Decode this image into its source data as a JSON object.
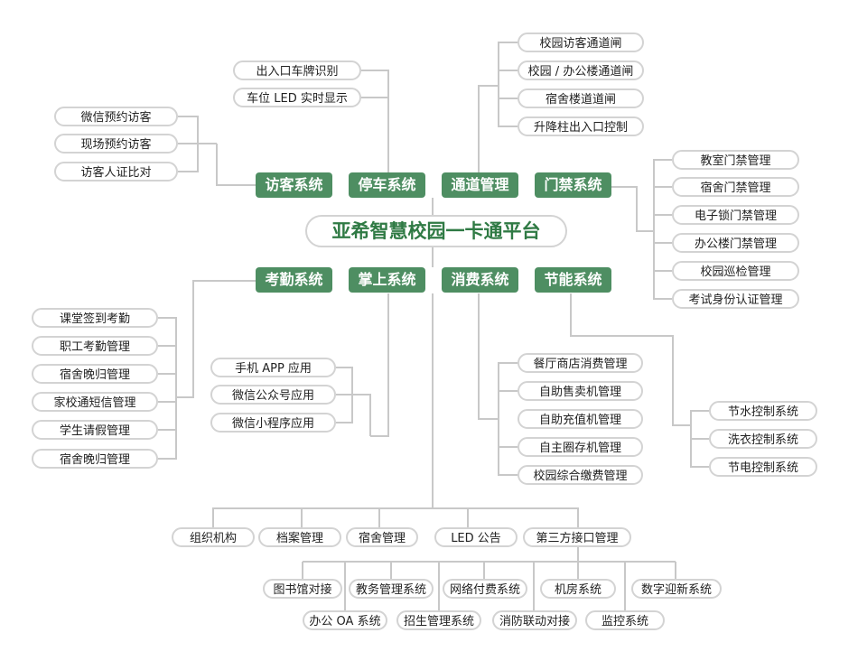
{
  "title": "亚希智慧校园一卡通平台",
  "hubs": {
    "visitor": "访客系统",
    "parking": "停车系统",
    "passage": "通道管理",
    "access": "门禁系统",
    "attendance": "考勤系统",
    "mobile": "掌上系统",
    "consumption": "消费系统",
    "energy": "节能系统"
  },
  "parking_items": [
    "出入口车牌识别",
    "车位 LED 实时显示"
  ],
  "passage_items": [
    "校园访客通道闸",
    "校园 / 办公楼通道闸",
    "宿舍楼道道闸",
    "升降柱出入口控制"
  ],
  "visitor_items": [
    "微信预约访客",
    "现场预约访客",
    "访客人证比对"
  ],
  "access_items": [
    "教室门禁管理",
    "宿舍门禁管理",
    "电子锁门禁管理",
    "办公楼门禁管理",
    "校园巡检管理",
    "考试身份认证管理"
  ],
  "attendance_items": [
    "课堂签到考勤",
    "职工考勤管理",
    "宿舍晚归管理",
    "家校通短信管理",
    "学生请假管理",
    "宿舍晚归管理"
  ],
  "mobile_items": [
    "手机 APP 应用",
    "微信公众号应用",
    "微信小程序应用"
  ],
  "consumption_items": [
    "餐厅商店消费管理",
    "自助售卖机管理",
    "自助充值机管理",
    "自主圈存机管理",
    "校园综合缴费管理"
  ],
  "energy_items": [
    "节水控制系统",
    "洗衣控制系统",
    "节电控制系统"
  ],
  "bottom_items": [
    "组织机构",
    "档案管理",
    "宿舍管理",
    "LED 公告",
    "第三方接口管理"
  ],
  "third_party_row1": [
    "图书馆对接",
    "教务管理系统",
    "网络付费系统",
    "机房系统",
    "数字迎新系统"
  ],
  "third_party_row2": [
    "办公 OA 系统",
    "招生管理系统",
    "消防联动对接",
    "监控系统"
  ]
}
